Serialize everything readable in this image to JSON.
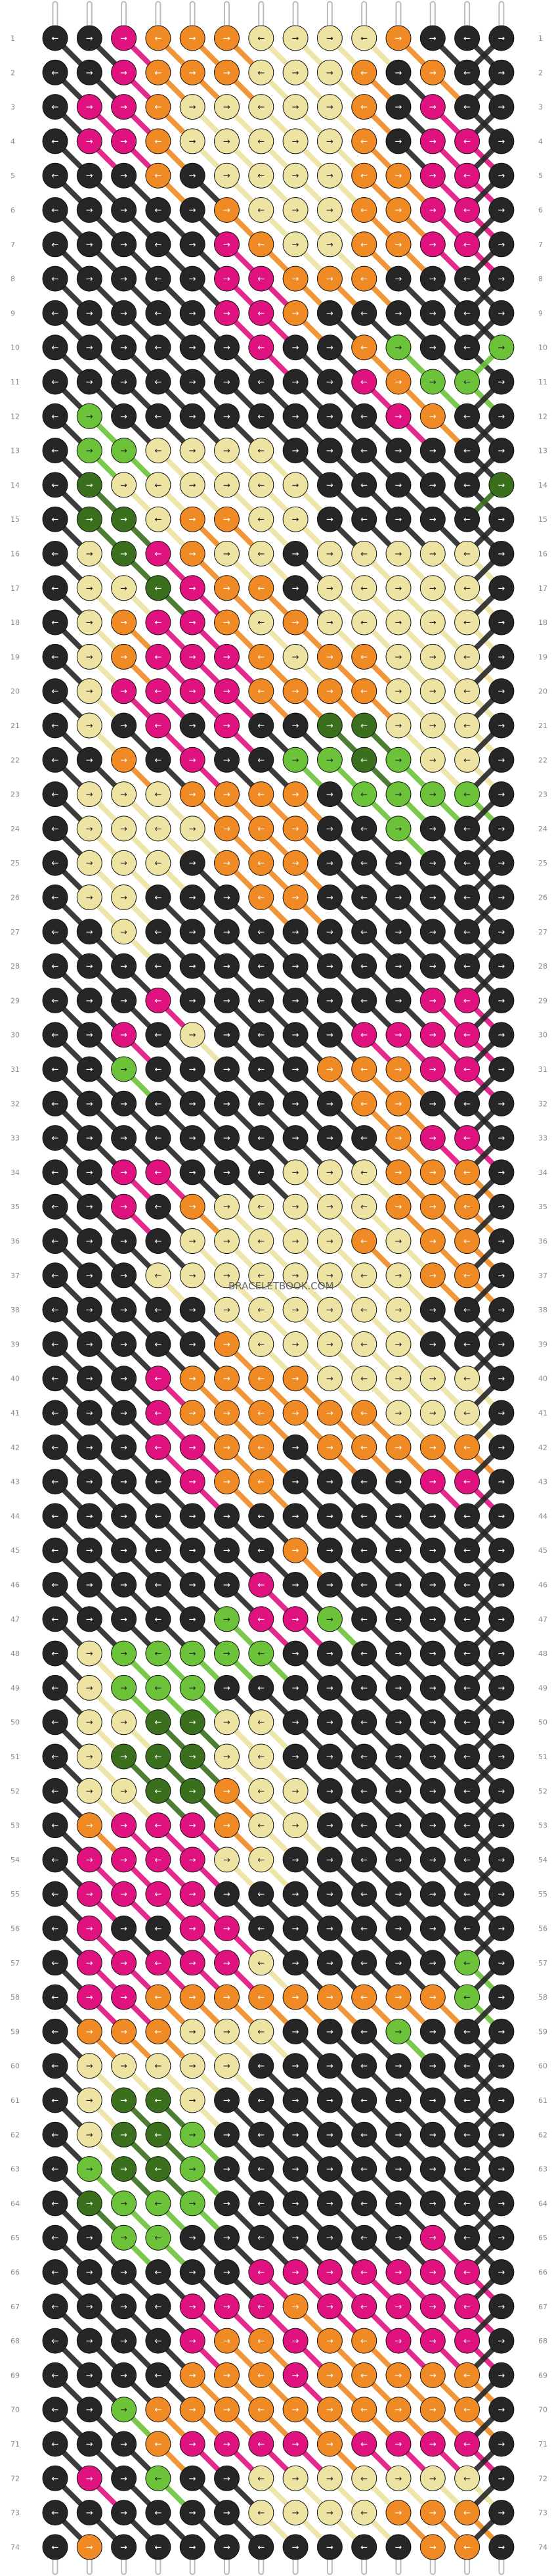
{
  "pattern": {
    "strings": 14,
    "rows": 74,
    "watermark": "BRACELETBOOK.COM",
    "colors": {
      "K": "#262626",
      "P": "#e0127f",
      "O": "#f08a24",
      "Y": "#ede3a3",
      "G": "#6cc33a",
      "D": "#3a6f1d"
    },
    "string_order": [
      "K",
      "K",
      "P",
      "O",
      "Y",
      "O",
      "Y",
      "Y",
      "Y",
      "O",
      "K",
      "O",
      "K",
      "K"
    ],
    "row_labels": [
      "1",
      "2",
      "3",
      "4",
      "5",
      "6",
      "7",
      "8",
      "9",
      "10",
      "11",
      "12",
      "13",
      "14",
      "15",
      "16",
      "17",
      "18",
      "19",
      "20",
      "21",
      "22",
      "23",
      "24",
      "25",
      "26",
      "27",
      "28",
      "29",
      "30",
      "31",
      "32",
      "33",
      "34",
      "35",
      "36",
      "37",
      "38",
      "39",
      "40",
      "41",
      "42",
      "43",
      "44",
      "45",
      "46",
      "47",
      "48",
      "49",
      "50",
      "51",
      "52",
      "53",
      "54",
      "55",
      "56",
      "57",
      "58",
      "59",
      "60",
      "61",
      "62",
      "63",
      "64",
      "65",
      "66",
      "67",
      "68",
      "69",
      "70",
      "71",
      "72",
      "73",
      "74"
    ],
    "knot_rows": [
      "KPOOYYYYOK",
      "KPOOYYYOKO",
      "KPOYYYYOKP",
      "KPOYYYYOKP",
      "KKOKYYYOOP",
      "KKKKOYYOOP",
      "KKKKPOYOOP",
      "KKKKPPOOKK",
      "KKKKPPOKKK",
      "KKKKKPKOGK",
      "KKKKKKKPOG",
      "GKKKKKKKPO",
      "GGYYYKKKKK",
      "DYYYYYKKKK",
      "DDYOOYKKKK",
      "YDPOYKYYYY",
      "YYDPOKYYYY",
      "YOPPOYOYYY",
      "YOPPPOYOOY",
      "YPPPPOOOYY",
      "YKPKPKDDYY",
      "KOKPKKGDGY",
      "YYYOOOKGGG",
      "YYYYOOKKGK",
      "YYYKOOKKKK",
      "YYKKKOKKKK",
      "KYKKKKKKKK",
      "KKKKKKKKKK",
      "KKPKKKKKPP",
      "KPKYKKKPPP",
      "KGKKKKOOPP",
      "KKKKKKKOOK",
      "KKKKKKKKOP",
      "KPPKKYYYOO",
      "KPKOYYYYOO",
      "KKKYYYYOYO",
      "KKYYYYYYYO",
      "KKKKYYYYYK",
      "KKKKOYYYYK",
      "KKPOOOYYYY",
      "KKPOOOOOYY",
      "KKPPOKOOOO",
      "KKKPOKKKPP",
      "KKKKKKKKKK",
      "KKKKKKOKKK",
      "KKKKKPKKKK",
      "KKKKGPGKKK",
      "YGGGGKKKKK",
      "YGGKKKKKKK",
      "YYDYYKKKKK",
      "YDDYYKKKKK",
      "YYDOYYKKKK",
      "OPPOYKKKKK",
      "PPPYYKKKKK",
      "PPPKKKKKKK",
      "PKPPKKKKKK",
      "PPPPYKKKKG",
      "PPOOOOOOOG",
      "OOYYYKKKGK",
      "YYYYKKKKKK",
      "YDYKKKKKKK",
      "YDGKKKKKKK",
      "GDGKKKKKKK",
      "DGGKKKKKKK",
      "KGKKKKKKPK",
      "KKKKKPKPPP",
      "KKKPPOPPPP",
      "KKKPOPOOPP",
      "KKKOOPOOOO",
      "KGOOOOOOOO",
      "KKOPPPOPPP",
      "PKGKYYYYYY",
      "KKKKYYYYOO",
      "OKKKKKKKOO"
    ],
    "edge_rows": [
      "KKPOOOYYYYOKKK",
      "KKPOOOYYYOKOKK",
      "KPPOYYYYYOKPKK",
      "KPPOYYYYYOKPPK",
      "KKKOKYYYYOOPPK",
      "KKKKKOYYYOOPPK",
      "KKKKKPOYYOOPPK",
      "KKKKKPPOOOKKKK",
      "KKKKKPPOKKKKKK",
      "KKKKKKPKKOGKKG",
      "KKKKKKKKKPOGGK",
      "KGKKKKKKKKPOKK",
      "KGGYYYYKKKKKKK",
      "KDYYYYYYKKKKKD",
      "KDDYOOYYKKKKKK",
      "KYDPOYYKYYYYYK",
      "KYYDPOOKYYYYYK",
      "KYOPPOYOYYYYYK",
      "KYOPPPOYOOYYYK",
      "KYPPPPOOOOYYYK",
      "KYKPKPKKDDYYYK",
      "KKOKPKKGGDGYYK",
      "KYYYOOOOKGGGGK",
      "KYYYYOOOKKGKKK",
      "KYYYKOOOKKKKKK",
      "KYYKKKOOKKKKKK",
      "KKYKKKKKKKKKKK",
      "KKKKKKKKKKKKKK",
      "KKKPKKKKKKKPPK",
      "KKPKYKKKKPPPPK",
      "KKGKKKKKOOOPPK",
      "KKKKKKKKKOOKKK",
      "KKKKKKKKKKOPPK",
      "KKPPKKKYYYOOOK",
      "KKPKOYYYYYOOOK",
      "KKKKYYYYYOYOOK",
      "KKKYYYYYYYYOOK",
      "KKKKKYYYYYYKKK",
      "KKKKKOYYYYYKKK",
      "KKKPOOOOYYYYYK",
      "KKKPOOOOOOYYYK",
      "KKKPPOOKOOOOOK",
      "KKKKPOOKKKKPPK",
      "KKKKKKKKKKKKKK",
      "KKKKKKKOKKKKKK",
      "KKKKKKPKKKKKKK",
      "KKKKKGPPGKKKKK",
      "KYGGGGGKKKKKKK",
      "KYGGGKKKKKKKKK",
      "KYYDDYYKKKKKKK",
      "KYDDDYYKKKKKKK",
      "KYYDDOYYKKKKKK",
      "KOPPPOYYKKKKKK",
      "KPPPPYYKKKKKKK",
      "KPPPPKKKKKKKKK",
      "KPKKPPKKKKKKKK",
      "KPPPPPYKKKKKGK",
      "KPPOOOOOOOOOGK",
      "KOOOYYYKKKGKKK",
      "KYYYYYKKKKKKKK",
      "KYDDYKKKKKKKKK",
      "KYDDGKKKKKKKKK",
      "KGDDGKKKKKKKKK",
      "KDGGGKKKKKKKKK",
      "KKGGKKKKKKKPKK",
      "KKKKKKPPPPPPPK",
      "KKKKPPPOPPPPPK",
      "KKKKPOOPOOPPPK",
      "KKKKOOOPOOOOOK",
      "KKGOOOOOOOOOOK",
      "KKKOPPPPOPPPPK",
      "KPKGKKYYYYYYYK",
      "KKKKKKYYYYOOOK",
      "KOKKKKKKKKKOOK"
    ]
  }
}
